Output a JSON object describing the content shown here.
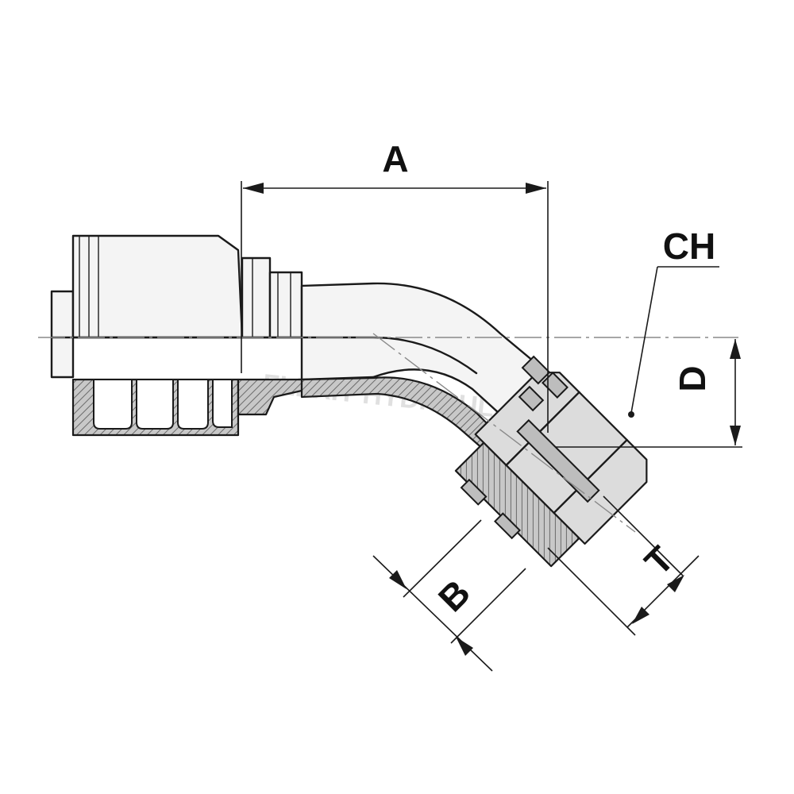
{
  "diagram": {
    "labels": {
      "a": "A",
      "ch": "CH",
      "d": "D",
      "b": "B",
      "t": "T"
    },
    "watermark": "FLEXIT HYDRAULICS",
    "colors": {
      "line": "#1a1a1a",
      "section_fill": "#bdbdbd",
      "body_fill": "#f4f4f4"
    }
  }
}
